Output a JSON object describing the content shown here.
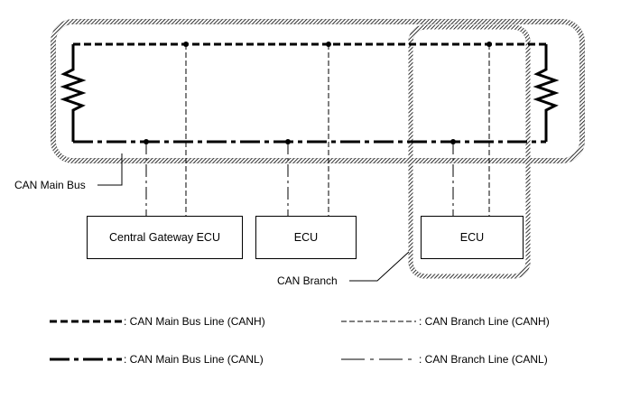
{
  "labels": {
    "main_bus": "CAN Main Bus",
    "branch": "CAN Branch"
  },
  "ecus": [
    {
      "name": "Central Gateway ECU"
    },
    {
      "name": "ECU"
    },
    {
      "name": "ECU"
    }
  ],
  "legend": {
    "main_canh": ": CAN Main Bus Line (CANH)",
    "main_canl": ": CAN Main Bus Line (CANL)",
    "branch_canh": ": CAN Branch Line (CANH)",
    "branch_canl": ": CAN Branch Line (CANL)"
  }
}
